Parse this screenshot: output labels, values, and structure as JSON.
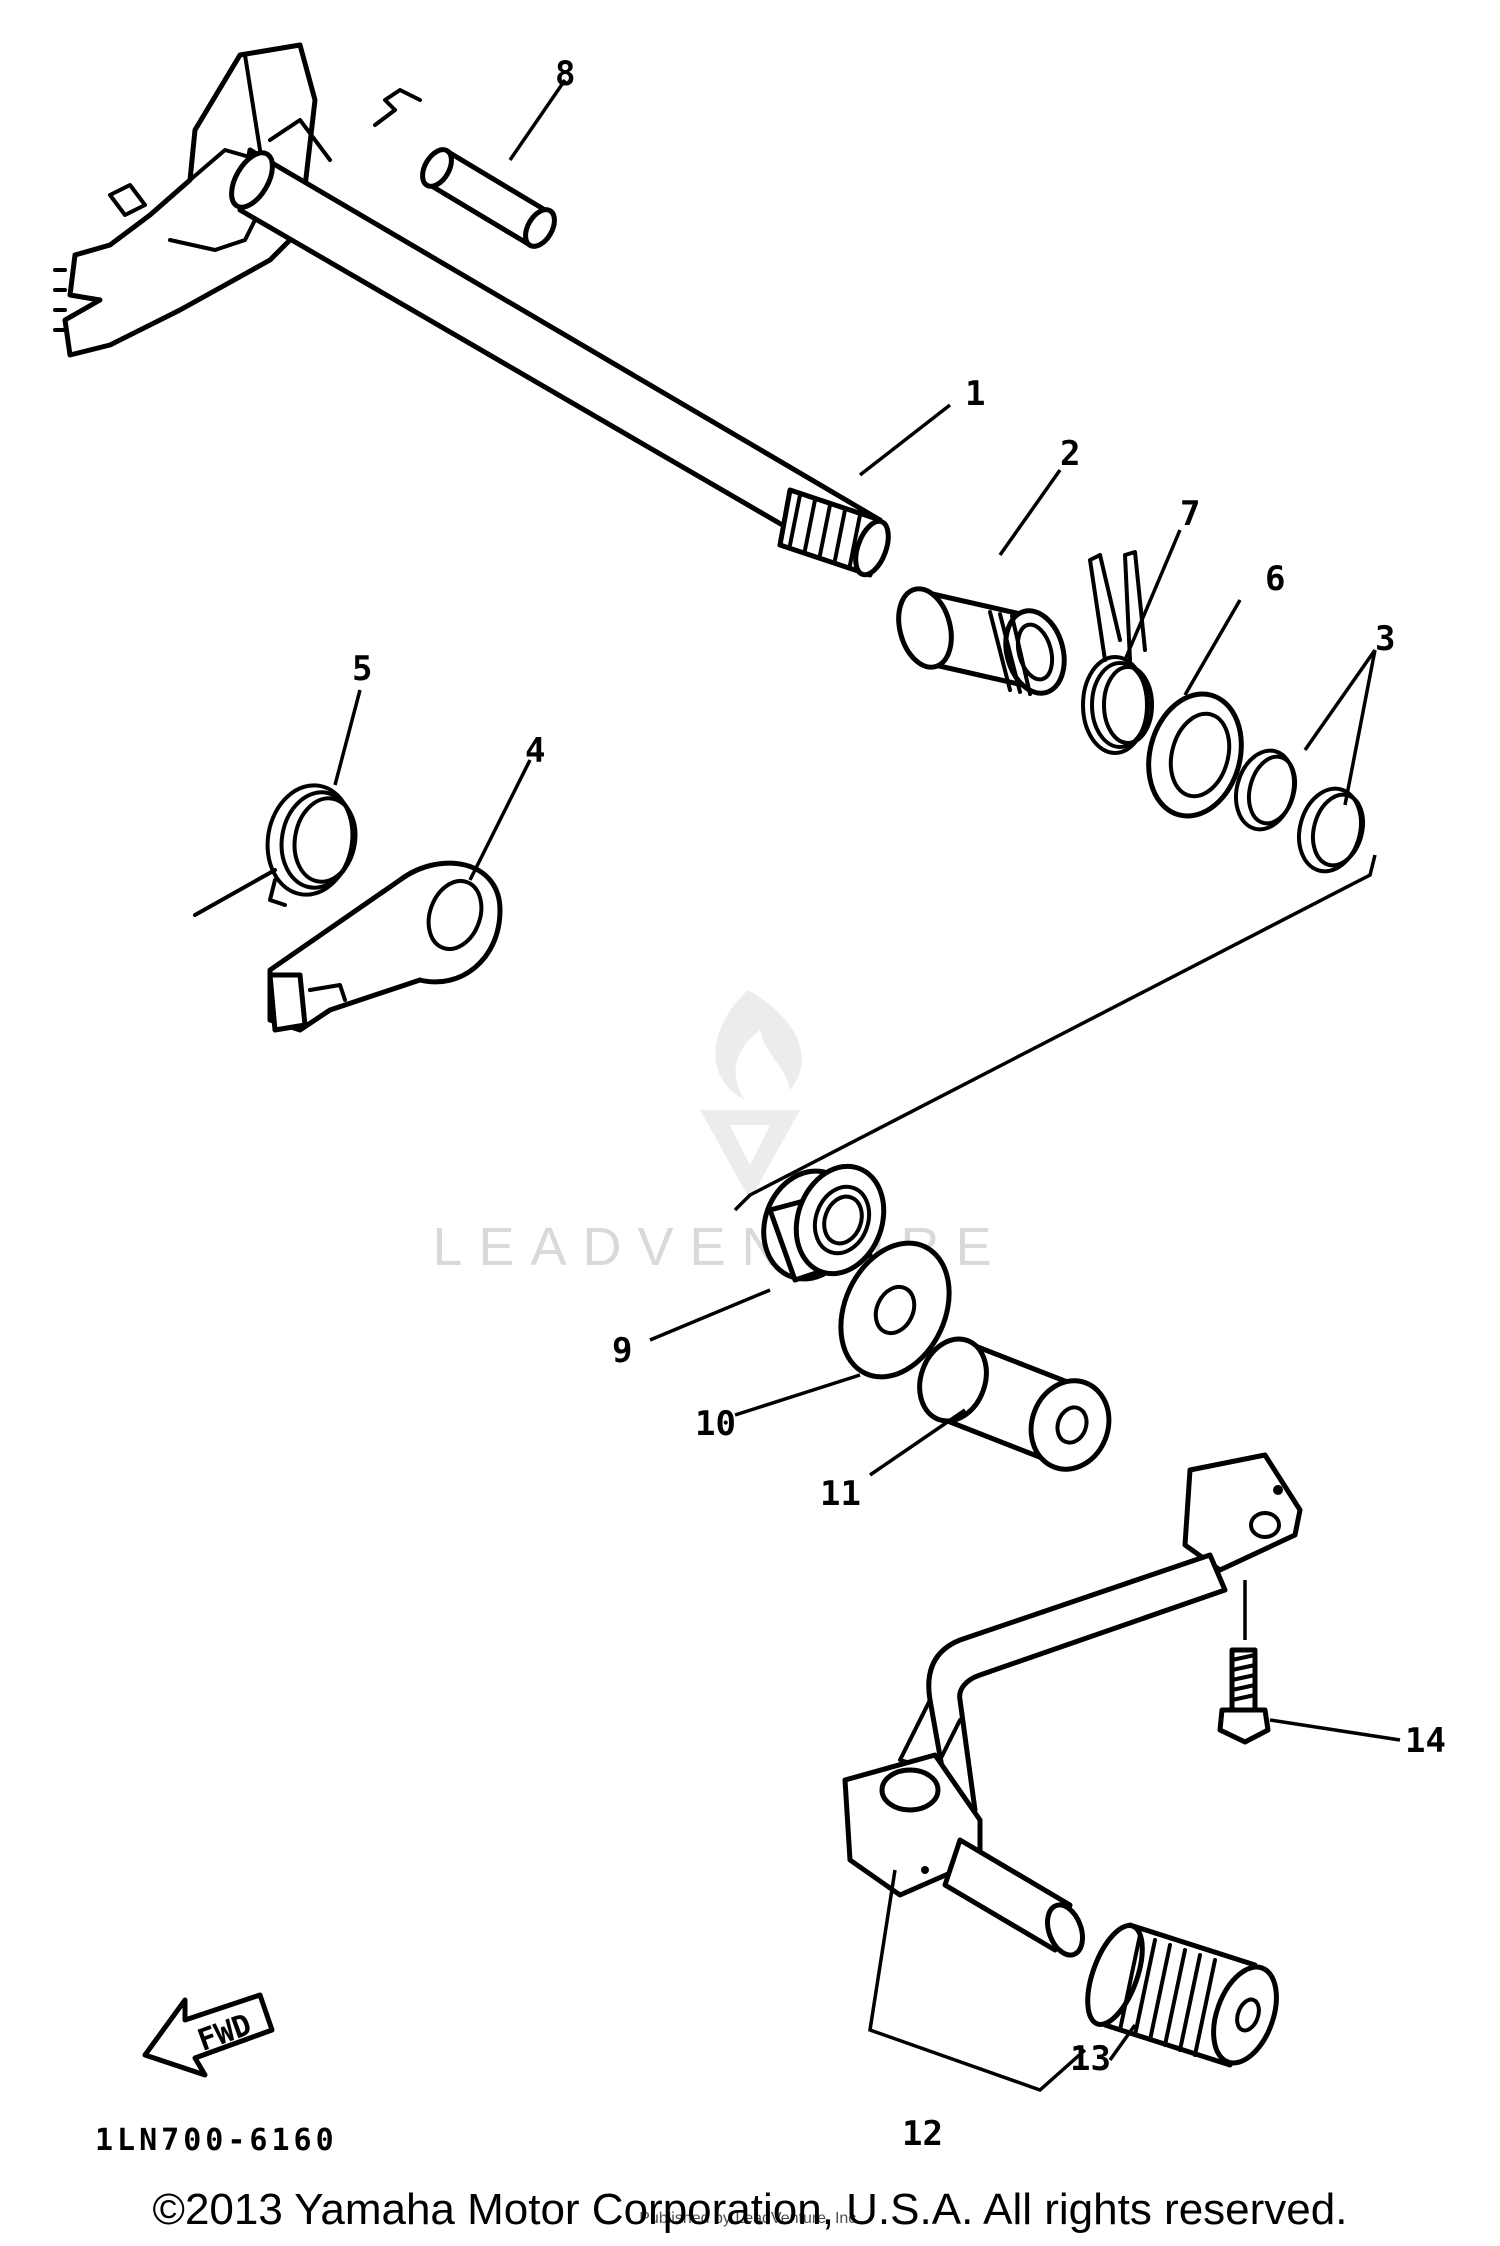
{
  "diagram": {
    "code": "1LN700-6160",
    "fwd_label": "FWD",
    "watermark": "LEADVENTURE",
    "callouts": {
      "p1": "1",
      "p2": "2",
      "p3": "3",
      "p4": "4",
      "p5": "5",
      "p6": "6",
      "p7": "7",
      "p8": "8",
      "p9": "9",
      "p10": "10",
      "p11": "11",
      "p12": "12",
      "p13": "13",
      "p14": "14"
    }
  },
  "footer": {
    "copyright": "©2013 Yamaha Motor Corporation, U.S.A. All rights reserved.",
    "credit": "Published by LeadVenture, Inc."
  }
}
